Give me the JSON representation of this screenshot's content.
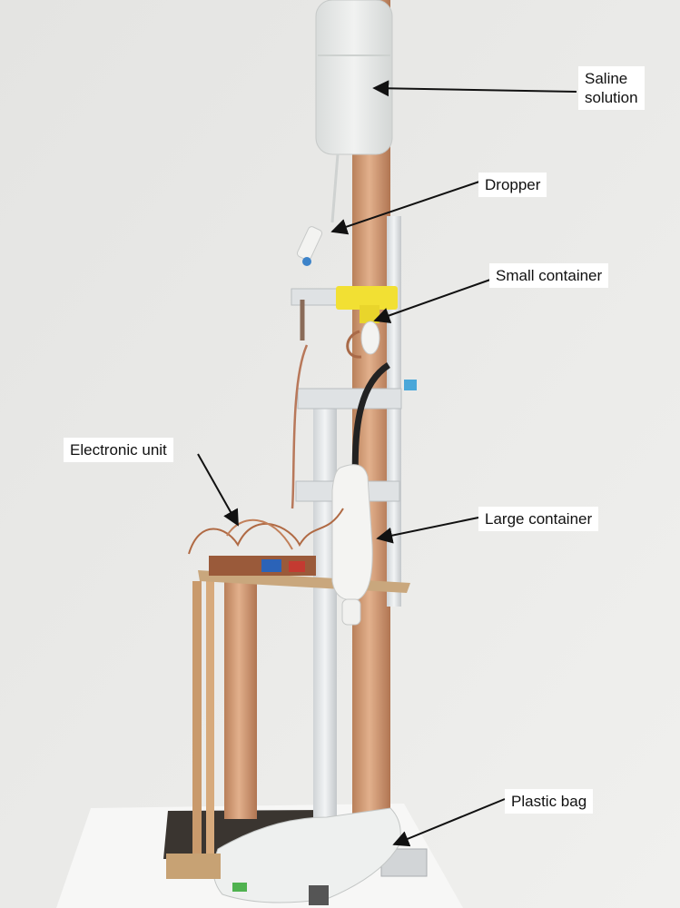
{
  "labels": {
    "saline": {
      "line1": "Saline",
      "line2": "solution"
    },
    "dropper": "Dropper",
    "small_container": "Small container",
    "electronic_unit": "Electronic unit",
    "large_container": "Large container",
    "plastic_bag": "Plastic bag"
  }
}
